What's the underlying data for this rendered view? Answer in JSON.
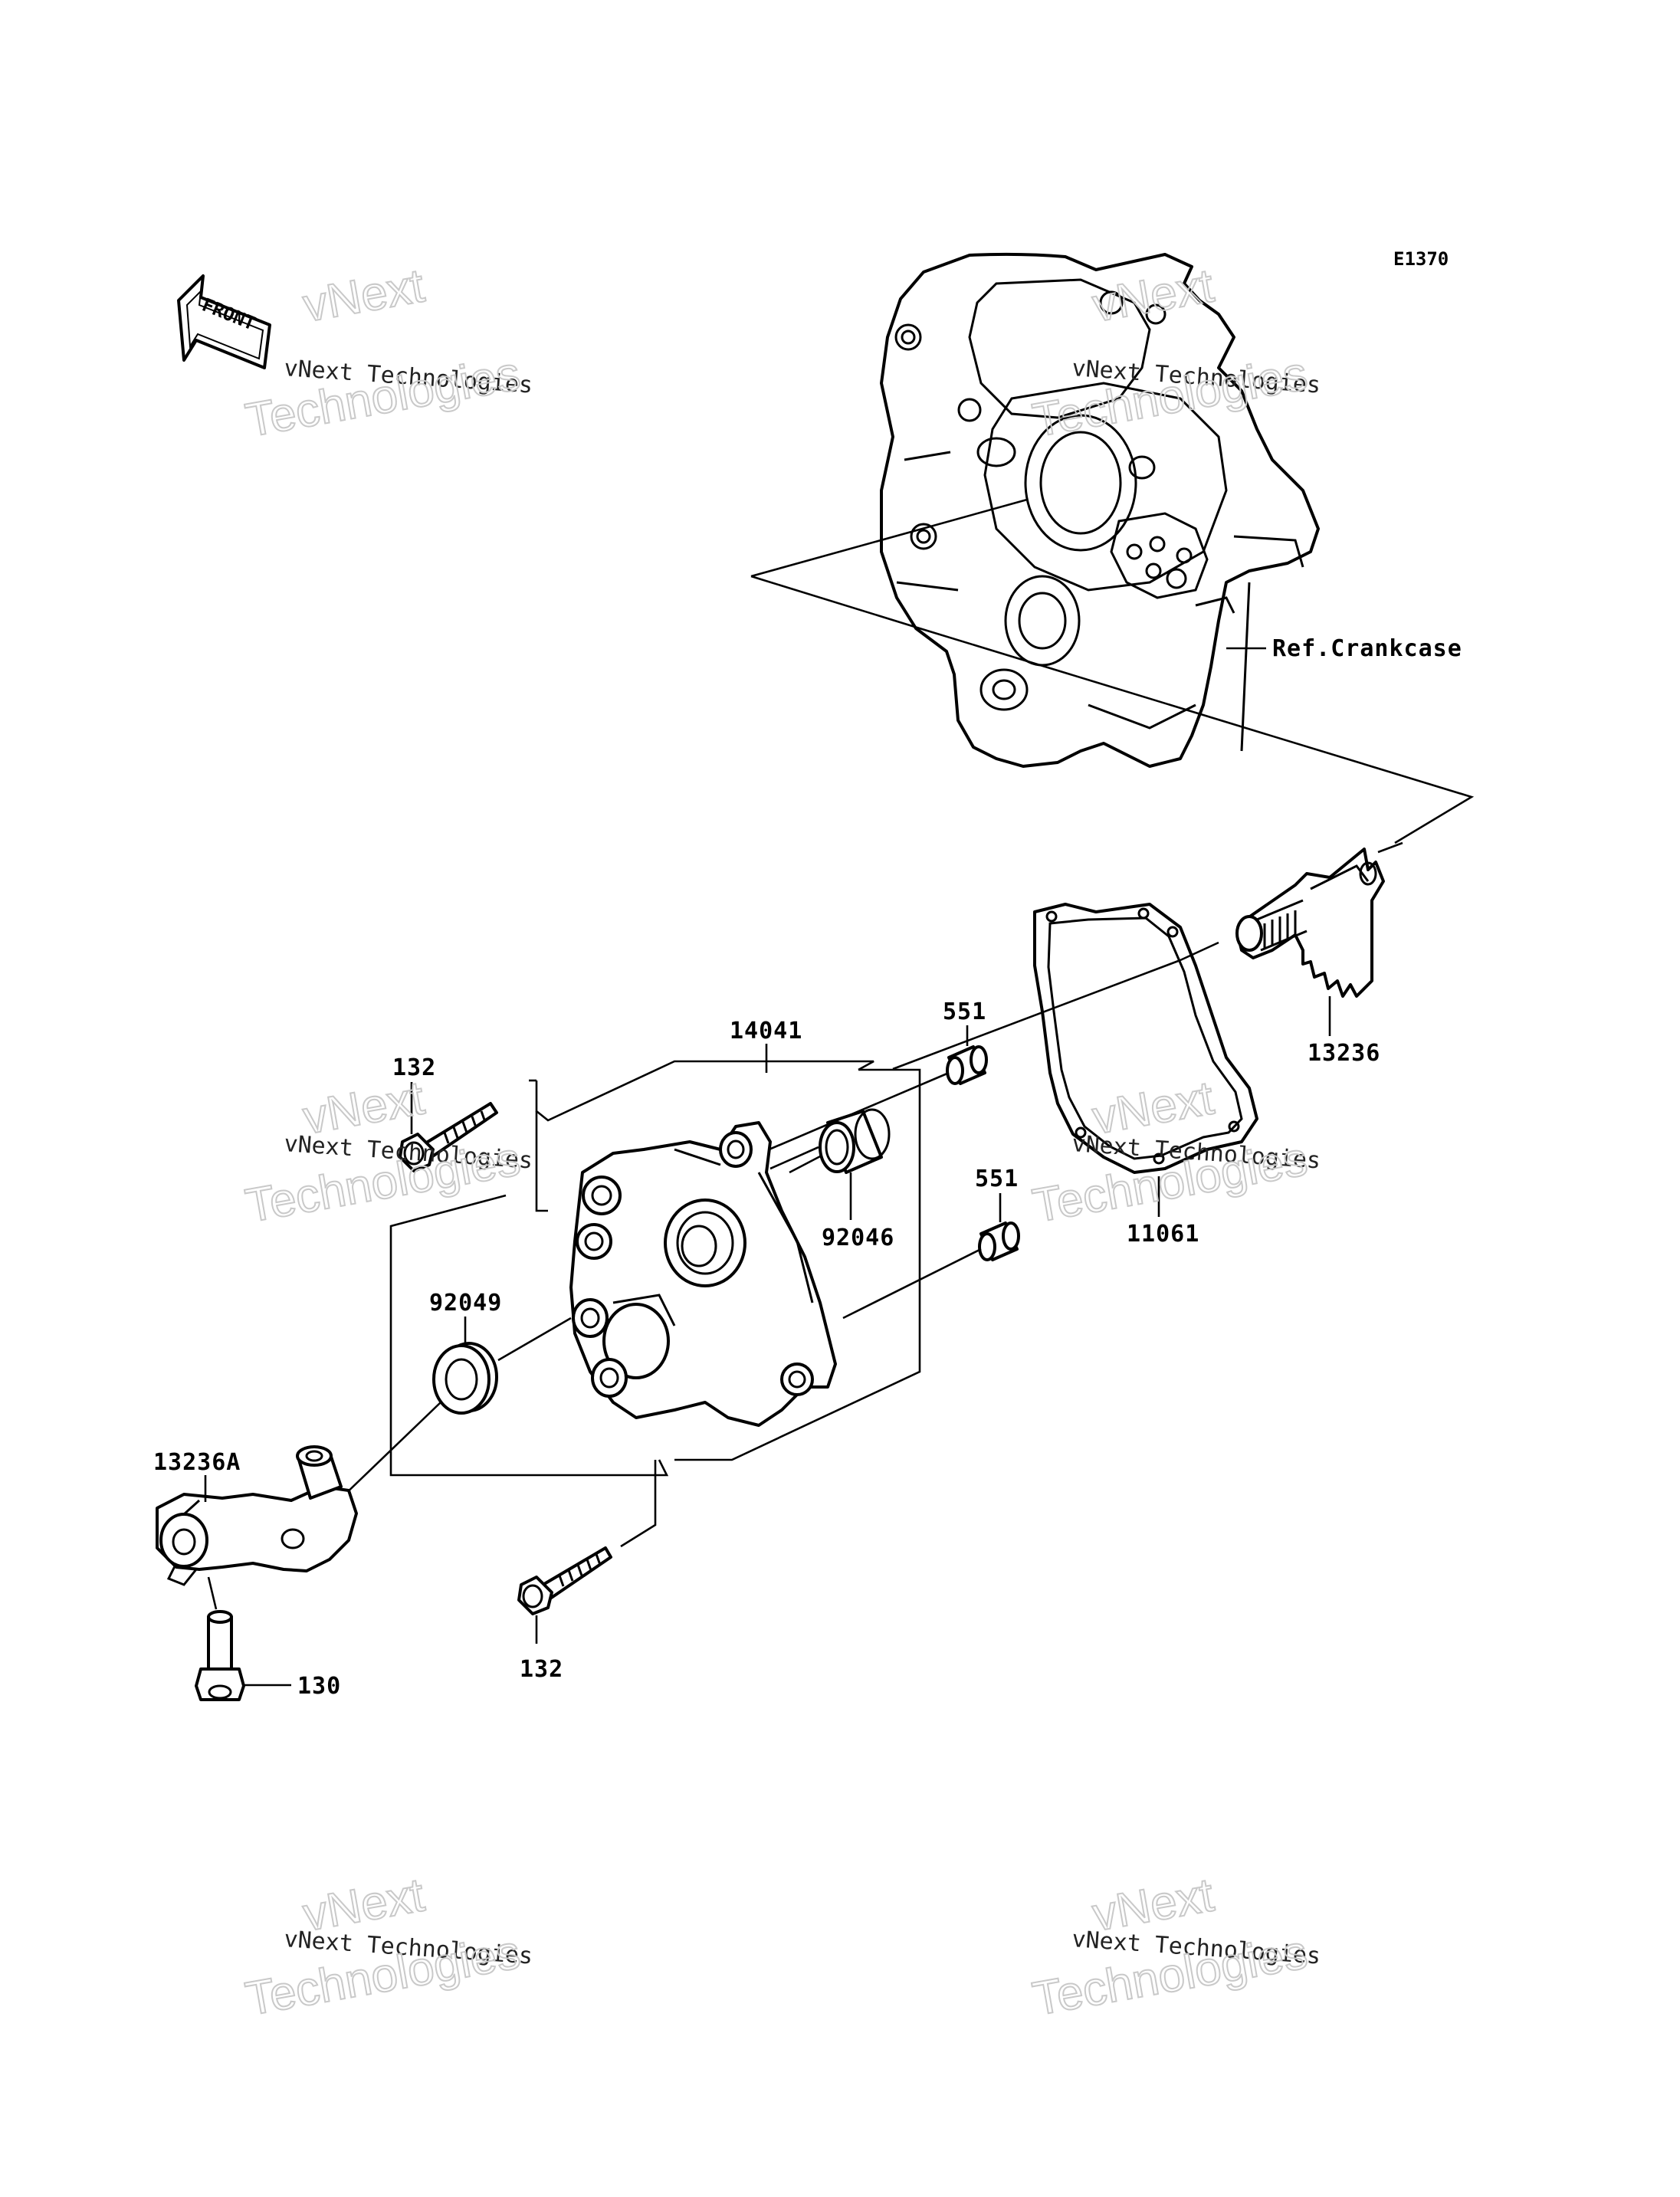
{
  "diagram": {
    "code": "E1370",
    "front_label": "FRONT",
    "ref_label": "Ref.Crankcase",
    "callouts": {
      "p551_top": "551",
      "p551_mid": "551",
      "p14041": "14041",
      "p132_top": "132",
      "p132_bottom": "132",
      "p92046": "92046",
      "p92049": "92049",
      "p11061": "11061",
      "p13236": "13236",
      "p13236A": "13236A",
      "p130": "130"
    }
  },
  "watermarks": [
    {
      "top": "vNext",
      "line": "vNext Technologies",
      "big": "Technologies"
    },
    {
      "top": "vNext",
      "line": "vNext Technologies",
      "big": "Technologies"
    },
    {
      "top": "vNext",
      "line": "vNext Technologies",
      "big": "Technologies"
    },
    {
      "top": "vNext",
      "line": "vNext Technologies",
      "big": "Technologies"
    },
    {
      "top": "vNext",
      "line": "vNext Technologies",
      "big": "Technologies"
    },
    {
      "top": "vNext",
      "line": "vNext Technologies",
      "big": "Technologies"
    }
  ]
}
